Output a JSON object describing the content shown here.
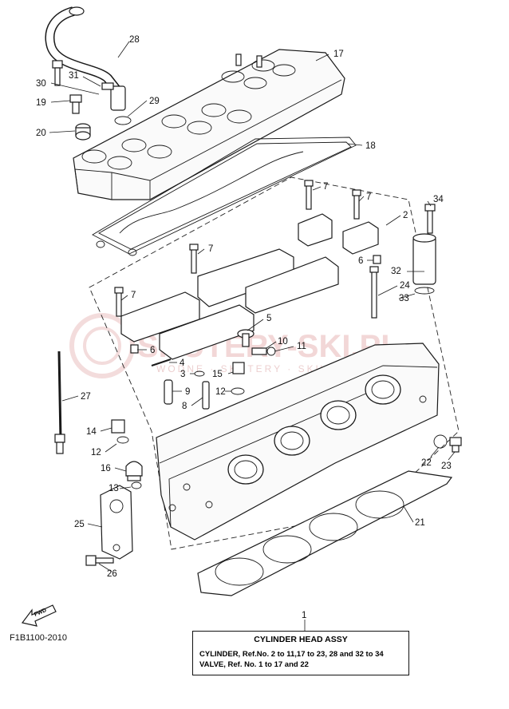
{
  "diagram_code": "F1B1100-2010",
  "watermark": {
    "brand": "SKUTERY-SKI.PL",
    "subtext": "WODNE · SKUTERY · SKUTERY WODNE"
  },
  "fwd_label": "FWD",
  "assembly": {
    "ref_no": "1",
    "title": "CYLINDER HEAD ASSY",
    "line1": "CYLINDER, Ref.No. 2 to 11,17 to 23, 28 and 32 to 34",
    "line2": "VALVE, Ref. No. 1 to 17 and 22"
  },
  "callouts": [
    {
      "id": "c28",
      "label": "28"
    },
    {
      "id": "c17",
      "label": "17"
    },
    {
      "id": "c30",
      "label": "30"
    },
    {
      "id": "c31",
      "label": "31"
    },
    {
      "id": "c19",
      "label": "19"
    },
    {
      "id": "c29",
      "label": "29"
    },
    {
      "id": "c20",
      "label": "20"
    },
    {
      "id": "c18",
      "label": "18"
    },
    {
      "id": "c7a",
      "label": "7"
    },
    {
      "id": "c7b",
      "label": "7"
    },
    {
      "id": "c34",
      "label": "34"
    },
    {
      "id": "c2",
      "label": "2"
    },
    {
      "id": "c7c",
      "label": "7"
    },
    {
      "id": "c6a",
      "label": "6"
    },
    {
      "id": "c32",
      "label": "32"
    },
    {
      "id": "c24",
      "label": "24"
    },
    {
      "id": "c7d",
      "label": "7"
    },
    {
      "id": "c33",
      "label": "33"
    },
    {
      "id": "c5",
      "label": "5"
    },
    {
      "id": "c6b",
      "label": "6"
    },
    {
      "id": "c10",
      "label": "10"
    },
    {
      "id": "c11",
      "label": "11"
    },
    {
      "id": "c4",
      "label": "4"
    },
    {
      "id": "c3",
      "label": "3"
    },
    {
      "id": "c15",
      "label": "15"
    },
    {
      "id": "c27",
      "label": "27"
    },
    {
      "id": "c9",
      "label": "9"
    },
    {
      "id": "c12a",
      "label": "12"
    },
    {
      "id": "c8",
      "label": "8"
    },
    {
      "id": "c14",
      "label": "14"
    },
    {
      "id": "c12b",
      "label": "12"
    },
    {
      "id": "c16",
      "label": "16"
    },
    {
      "id": "c13",
      "label": "13"
    },
    {
      "id": "c22",
      "label": "22"
    },
    {
      "id": "c23",
      "label": "23"
    },
    {
      "id": "c25",
      "label": "25"
    },
    {
      "id": "c21",
      "label": "21"
    },
    {
      "id": "c26",
      "label": "26"
    }
  ]
}
